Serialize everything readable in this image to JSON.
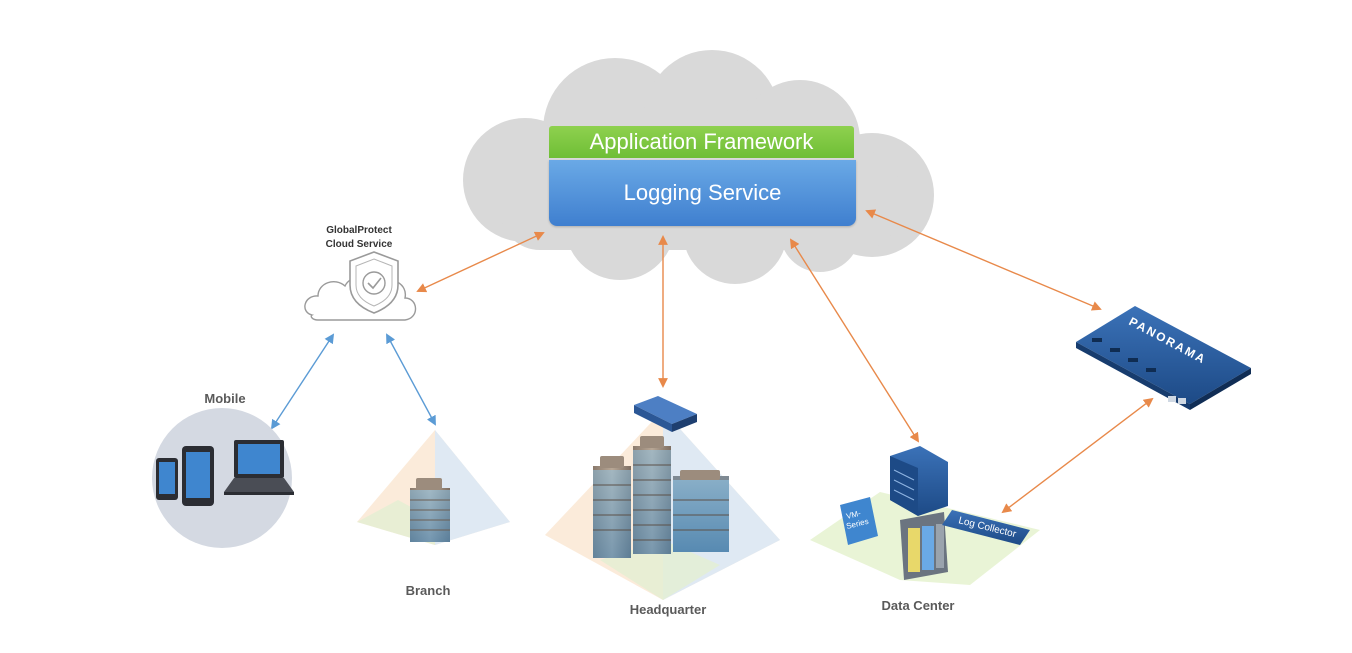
{
  "cloud": {
    "app_framework": "Application Framework",
    "logging_service": "Logging Service"
  },
  "globalprotect": {
    "line1": "GlobalProtect",
    "line2": "Cloud Service"
  },
  "nodes": {
    "mobile": "Mobile",
    "branch": "Branch",
    "headquarter": "Headquarter",
    "data_center": "Data Center"
  },
  "devices": {
    "panorama": "PANORAMA",
    "log_collector": "Log Collector",
    "vm_series_line1": "VM-",
    "vm_series_line2": "Series"
  },
  "colors": {
    "cloud": "#d9d9d9",
    "green_band": "#78c23e",
    "blue_band": "#4f8fd8",
    "orange_link": "#e8894a",
    "blue_link": "#5b9bd5",
    "device_blue": "#2a5c9e"
  }
}
